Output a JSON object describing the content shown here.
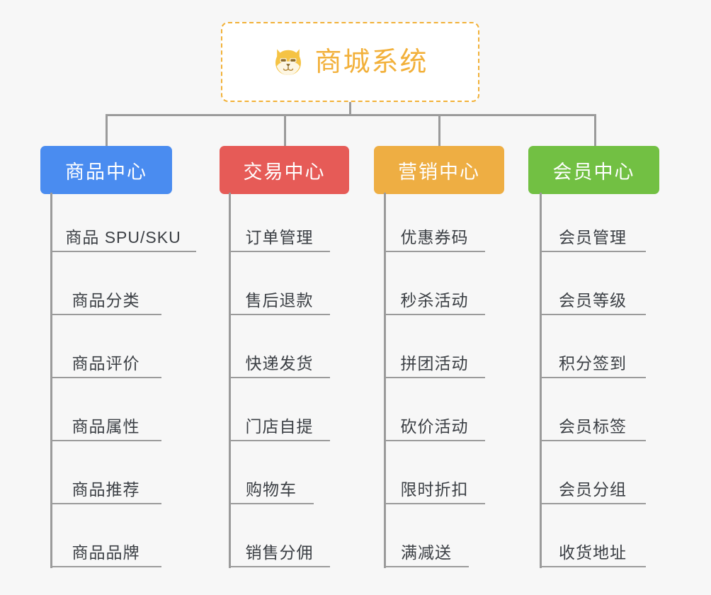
{
  "diagram": {
    "title": "商城系统",
    "background_color": "#f7f7f7",
    "connector_color": "#9b9b9b",
    "root": {
      "label": "商城系统",
      "icon": "dog-face-icon",
      "text_color": "#f2b03a",
      "border_color": "#f2b138",
      "background_color": "#ffffff"
    },
    "branches": [
      {
        "label": "商品中心",
        "color": "#4a8cf0",
        "items": [
          "商品 SPU/SKU",
          "商品分类",
          "商品评价",
          "商品属性",
          "商品推荐",
          "商品品牌"
        ]
      },
      {
        "label": "交易中心",
        "color": "#e65b57",
        "items": [
          "订单管理",
          "售后退款",
          "快递发货",
          "门店自提",
          "购物车",
          "销售分佣"
        ]
      },
      {
        "label": "营销中心",
        "color": "#eeae43",
        "items": [
          "优惠券码",
          "秒杀活动",
          "拼团活动",
          "砍价活动",
          "限时折扣",
          "满减送"
        ]
      },
      {
        "label": "会员中心",
        "color": "#72c043",
        "items": [
          "会员管理",
          "会员等级",
          "积分签到",
          "会员标签",
          "会员分组",
          "收货地址"
        ]
      }
    ]
  }
}
